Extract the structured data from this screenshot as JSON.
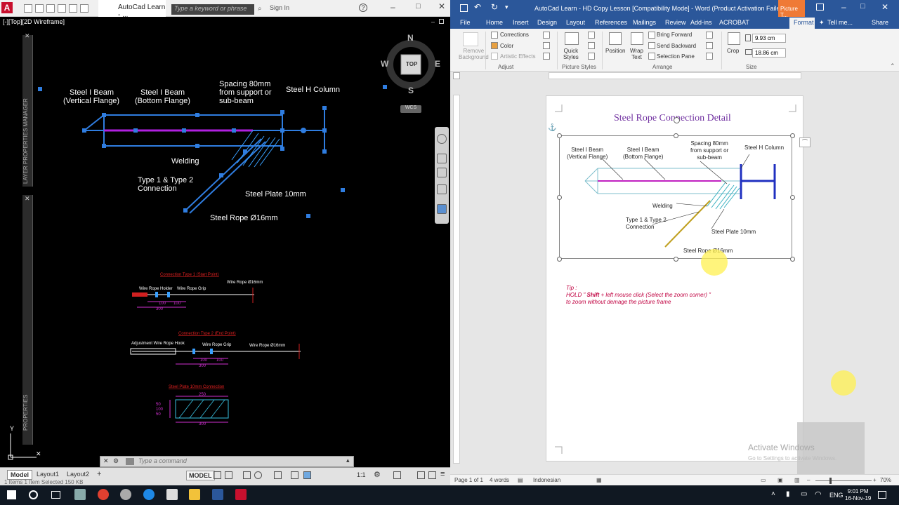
{
  "autocad": {
    "tab_title": "AutoCad Learn - ...",
    "search_placeholder": "Type a keyword or phrase",
    "sign_in": "Sign In",
    "viewport_label": "[-][Top][2D Wireframe]",
    "palette_layer": "LAYER PROPERTIES MANAGER",
    "palette_props": "PROPERTIES",
    "compass": {
      "n": "N",
      "s": "S",
      "e": "E",
      "w": "W",
      "top": "TOP",
      "wcs": "WCS"
    },
    "drawing_labels": {
      "beam_vertical": "Steel I Beam\n(Vertical Flange)",
      "beam_bottom": "Steel I Beam\n(Bottom Flange)",
      "spacing": "Spacing 80mm\nfrom support or\nsub-beam",
      "h_column": "Steel H Column",
      "welding": "Welding",
      "connection": "Type 1 & Type 2\nConnection",
      "plate": "Steel Plate 10mm",
      "rope": "Steel Rope Ø16mm"
    },
    "details": {
      "type1_title": "Connection Type 1 (Start Point)",
      "type1_holder": "Wire Rope Holder",
      "type1_grip": "Wire Rope Grip",
      "type1_rope": "Wire Rope Ø16mm",
      "type2_title": "Connection Type 2 (End Point)",
      "type2_hook": "Adjustment Wire Rope Hook",
      "type2_grip": "Wire Rope Grip",
      "type2_rope": "Wire Rope Ø16mm",
      "plate_title": "Steel Plate 10mm Connection",
      "dim_100a": "100",
      "dim_100b": "100",
      "dim_300": "300",
      "dim_250": "250"
    },
    "command_placeholder": "Type a command",
    "layout_tabs": [
      "Model",
      "Layout1",
      "Layout2"
    ],
    "status_model": "MODEL",
    "status_scale": "1:1",
    "selected_text": "1 Items    1 Item Selected    150 KB"
  },
  "word": {
    "title": "AutoCad Learn - HD Copy Lesson [Compatibility Mode] - Word (Product Activation Failed)",
    "picture_tools": "Picture T...",
    "tabs": [
      "File",
      "Home",
      "Insert",
      "Design",
      "Layout",
      "References",
      "Mailings",
      "Review",
      "Add-ins",
      "ACROBAT",
      "Format",
      "Tell me...",
      "Share"
    ],
    "ribbon": {
      "remove_bg": "Remove\nBackground",
      "corrections": "Corrections",
      "color": "Color",
      "artistic": "Artistic Effects",
      "adjust": "Adjust",
      "quick_styles": "Quick\nStyles",
      "picture_styles": "Picture Styles",
      "position": "Position",
      "wrap_text": "Wrap\nText",
      "bring_forward": "Bring Forward",
      "send_backward": "Send Backward",
      "selection_pane": "Selection Pane",
      "arrange": "Arrange",
      "crop": "Crop",
      "height": "9.93 cm",
      "width": "18.86 cm",
      "size": "Size"
    },
    "doc_title": "Steel Rope Connection Detail",
    "picture_labels": {
      "beam_vertical": "Steel I Beam\n(Vertical Flange)",
      "beam_bottom": "Steel I Beam\n(Bottom Flange)",
      "spacing": "Spacing 80mm\nfrom support or\nsub-beam",
      "h_column": "Steel H Column",
      "welding": "Welding",
      "connection": "Type 1 & Type 2\nConnection",
      "plate": "Steel Plate 10mm",
      "rope": "Steel Rope Ø16mm"
    },
    "tip_label": "Tip :",
    "tip_line1_pre": "HOLD \" ",
    "tip_line1_bold": "Shift",
    "tip_line1_post": " + left mouse click (Select the zoom corner) \"",
    "tip_line2": "to zoom without demage the picture frame",
    "status": {
      "page": "Page 1 of 1",
      "words": "4 words",
      "language": "Indonesian",
      "zoom": "70%"
    },
    "activate": "Activate Windows",
    "activate_sub": "Go to Settings to activate Windows."
  },
  "taskbar": {
    "language": "ENG",
    "time": "9:01 PM",
    "date": "16-Nov-19"
  }
}
